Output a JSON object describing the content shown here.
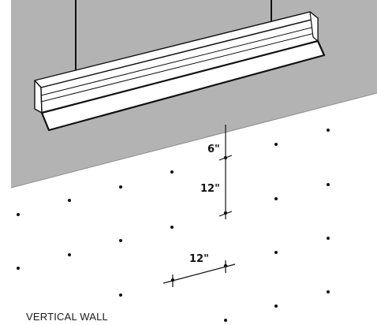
{
  "diagram": {
    "wall_label": "VERTICAL WALL",
    "dim_offset_label": "6\"",
    "dim_vertical_label": "12\"",
    "dim_horizontal_label": "12\"",
    "ceiling_color": "#b3b3b3",
    "fixture_fill": "#ffffff",
    "line_color": "#111111",
    "dot_color": "#111111"
  }
}
